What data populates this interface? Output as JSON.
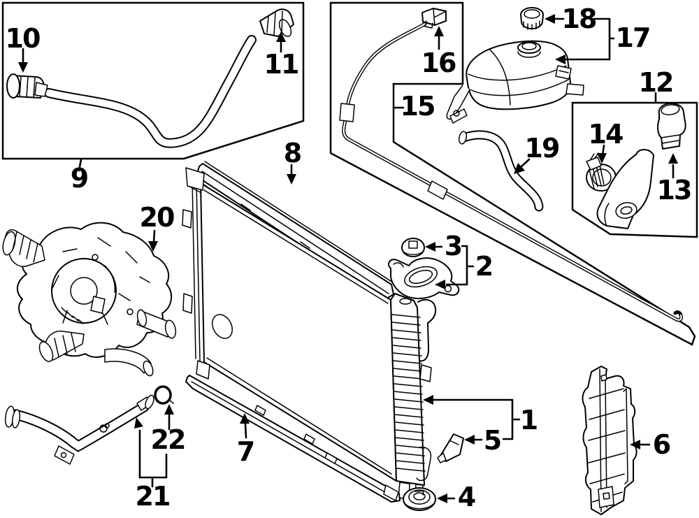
{
  "figure": {
    "type": "exploded-parts-diagram",
    "background_color": "#ffffff",
    "line_color": "#000000"
  },
  "callouts": [
    "1",
    "2",
    "3",
    "4",
    "5",
    "6",
    "7",
    "8",
    "9",
    "10",
    "11",
    "12",
    "13",
    "14",
    "15",
    "16",
    "17",
    "18",
    "19",
    "20",
    "21",
    "22"
  ],
  "groups": [
    {
      "box_label": "9",
      "contains": [
        "10",
        "11"
      ]
    },
    {
      "box_label": "15",
      "contains": [
        "16"
      ]
    },
    {
      "box_label": "12",
      "contains": [
        "13",
        "14"
      ]
    },
    {
      "bracket_label": "17",
      "contains": [
        "18"
      ]
    },
    {
      "bracket_label": "2",
      "contains": [
        "3"
      ]
    },
    {
      "bracket_label": "1",
      "contains": [
        "5"
      ]
    },
    {
      "bracket_label": "21",
      "contains": [
        "22"
      ]
    }
  ]
}
